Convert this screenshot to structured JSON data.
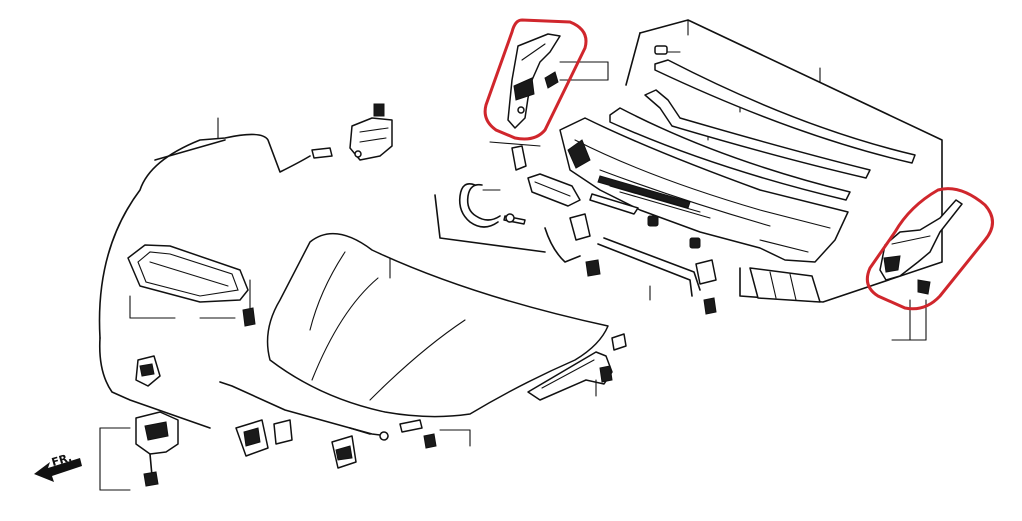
{
  "diagram": {
    "front_label": "FR.",
    "highlight_color": "#d0262c",
    "line_color": "#111111",
    "background": "#ffffff",
    "icons": [
      "hood-panel",
      "hood-hinge",
      "hood-stay",
      "hood-latch",
      "release-cable",
      "cowl-top",
      "windshield-wiper-seal",
      "arrow-front"
    ]
  }
}
